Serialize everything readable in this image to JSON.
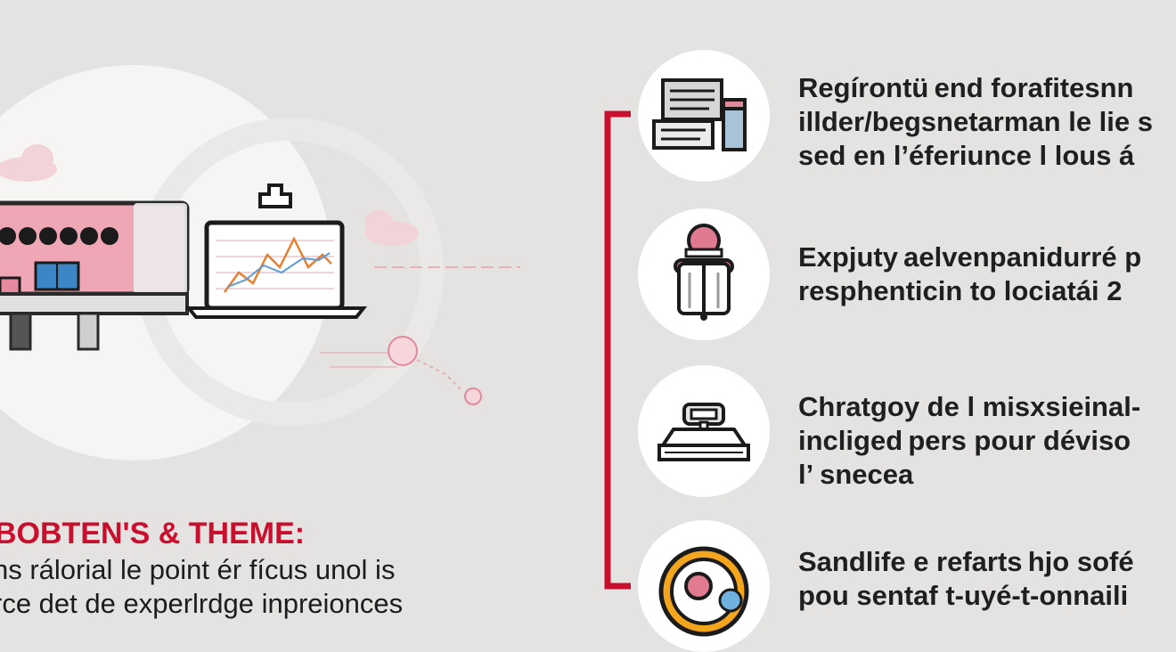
{
  "colors": {
    "accent": "#c8102e",
    "pink": "#e8a0b0",
    "background": "#e4e3e1"
  },
  "left_panel": {
    "heading": "BOBTEN'S & THEME:",
    "body_lines": [
      "ns rálorial le point ér fícus unol is",
      "rce det de experlrdge inpreionces"
    ]
  },
  "features": [
    {
      "icon": "documents-icon",
      "lines": [
        "Regírontü end forafitesnn",
        "illder/begsnetarman le lie s",
        "sed en l’éferiunce l lous á"
      ]
    },
    {
      "icon": "traveler-icon",
      "lines": [
        "Expjuty aelvenpanidurré p",
        "resphenticin to lociatái 2"
      ]
    },
    {
      "icon": "suitcase-icon",
      "lines": [
        "Chratgoy de l misxsieinal-",
        "incliged pers pour déviso",
        "l’ snecea"
      ]
    },
    {
      "icon": "compass-icon",
      "lines": [
        "Sandlife e refarts hjo sofé",
        "pou sentaf t-uyé-t-onnaili"
      ]
    }
  ]
}
